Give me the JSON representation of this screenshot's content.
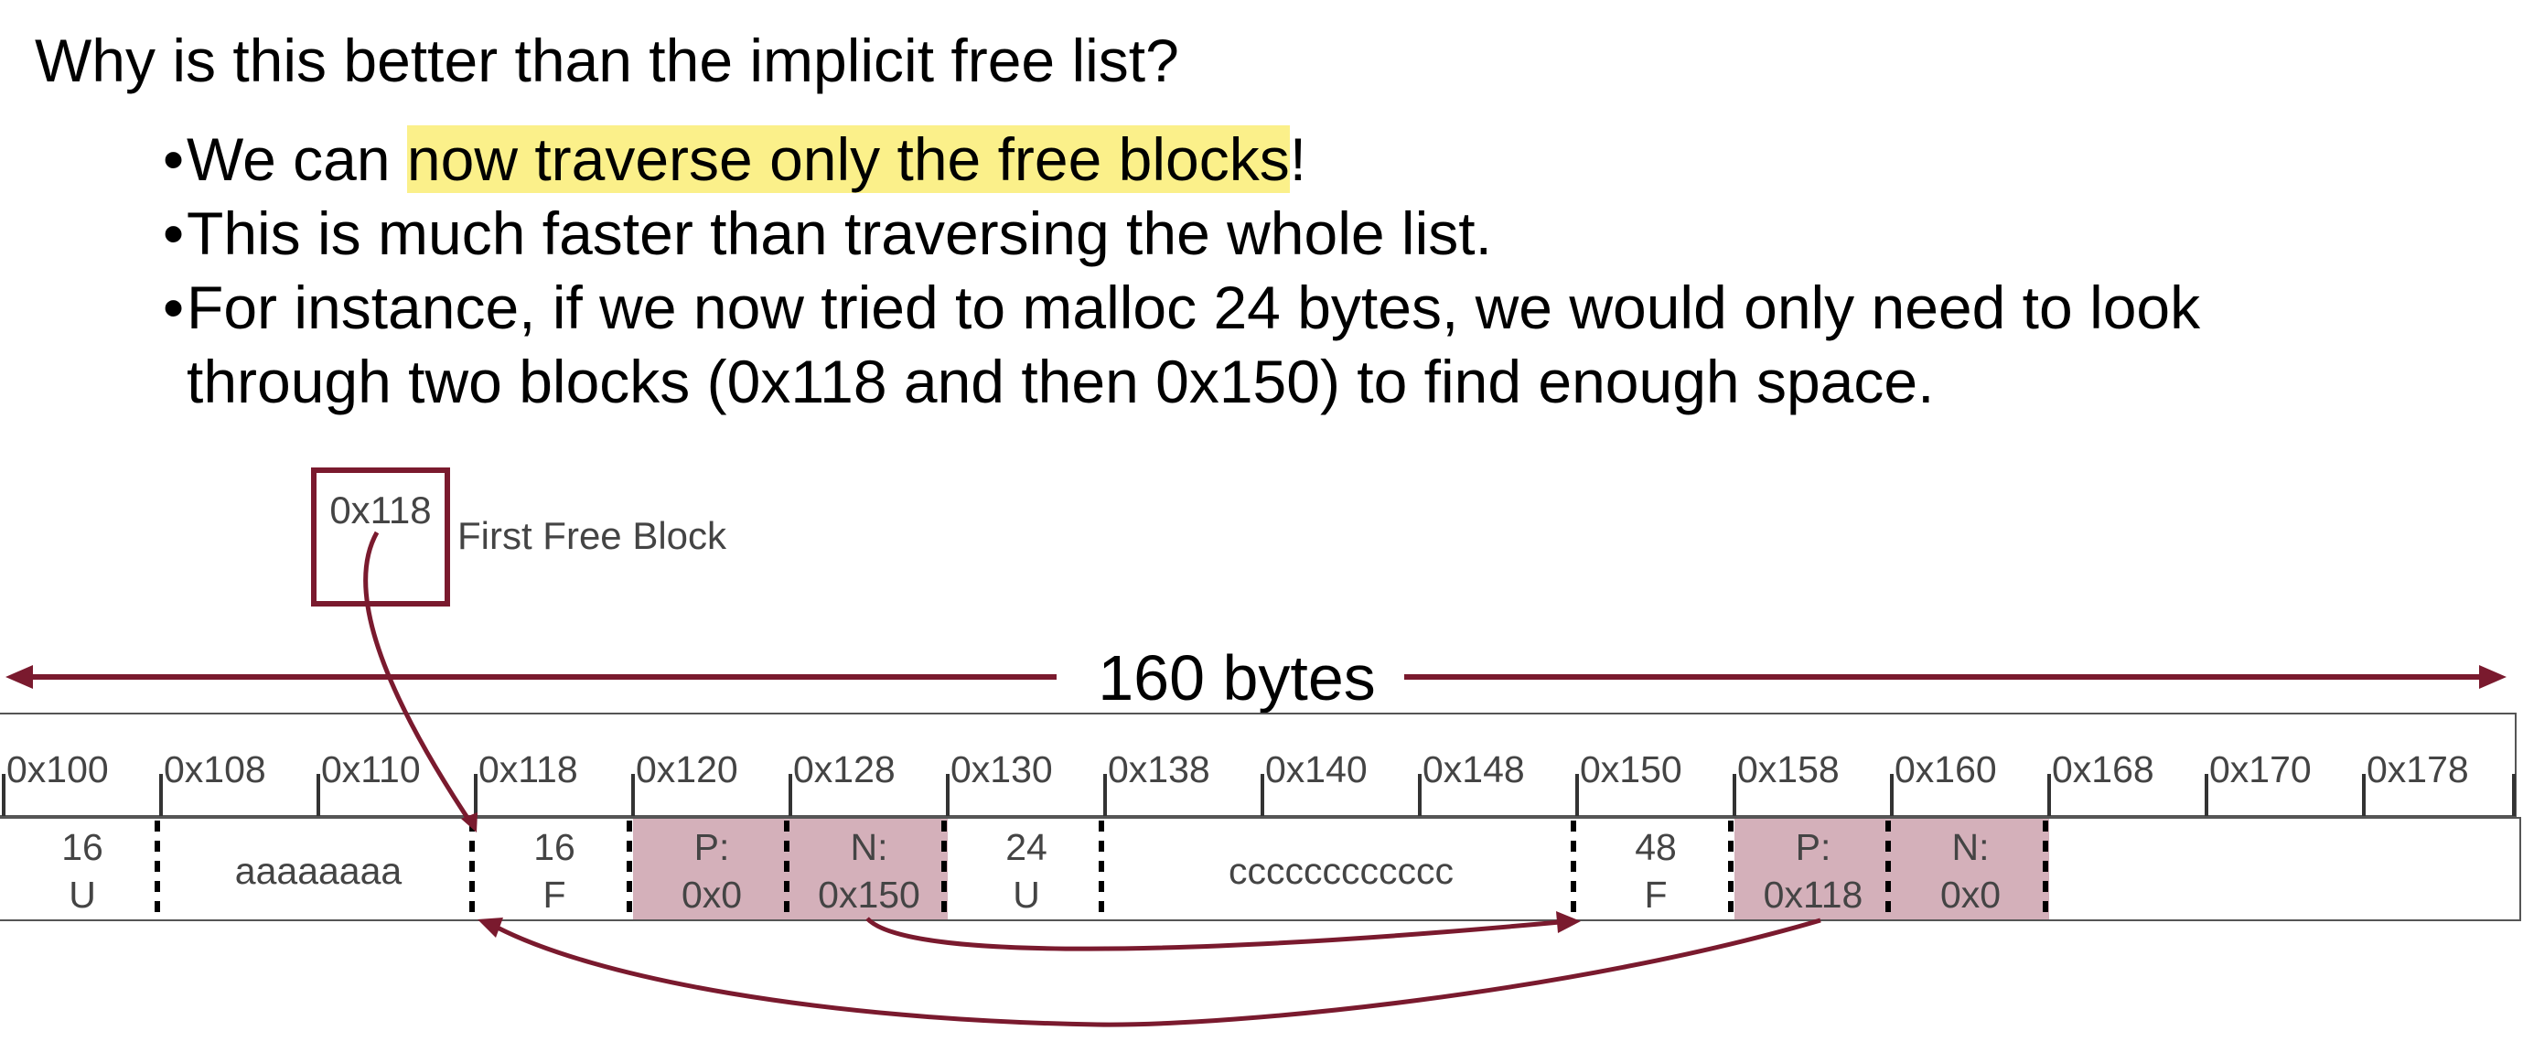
{
  "heading": "Why is this better than the implicit free list?",
  "bullets": [
    {
      "marker": "•",
      "pre": "We can ",
      "highlight": "now traverse only the free blocks",
      "post": "!"
    },
    {
      "marker": "•",
      "text": "This is much faster than traversing the whole list."
    },
    {
      "marker": "•",
      "line1": "For instance, if we now tried to malloc 24 bytes, we would only need to look",
      "line2": "through two blocks (0x118 and then 0x150) to find enough space."
    }
  ],
  "colors": {
    "accent": "#7a1a2e",
    "highlight": "#fbf08a",
    "pointer_block_fill": "#d4b0ba"
  },
  "first_free": {
    "value": "0x118",
    "label": "First Free Block"
  },
  "heap_size_label": "160 bytes",
  "addresses": [
    "0x100",
    "0x108",
    "0x110",
    "0x118",
    "0x120",
    "0x128",
    "0x130",
    "0x138",
    "0x140",
    "0x148",
    "0x150",
    "0x158",
    "0x160",
    "0x168",
    "0x170",
    "0x178"
  ],
  "blocks": [
    {
      "line1": "16",
      "line2": "U",
      "shaded": false
    },
    {
      "line1": "aaaaaaaa",
      "line2": "",
      "shaded": false
    },
    {
      "line1": "16",
      "line2": "F",
      "shaded": false
    },
    {
      "line1": "P:",
      "line2": "0x0",
      "shaded": true
    },
    {
      "line1": "N:",
      "line2": "0x150",
      "shaded": true
    },
    {
      "line1": "24",
      "line2": "U",
      "shaded": false
    },
    {
      "line1": "cccccccccccc",
      "line2": "",
      "shaded": false
    },
    {
      "line1": "48",
      "line2": "F",
      "shaded": false
    },
    {
      "line1": "P:",
      "line2": "0x118",
      "shaded": true
    },
    {
      "line1": "N:",
      "line2": "0x0",
      "shaded": true
    }
  ]
}
